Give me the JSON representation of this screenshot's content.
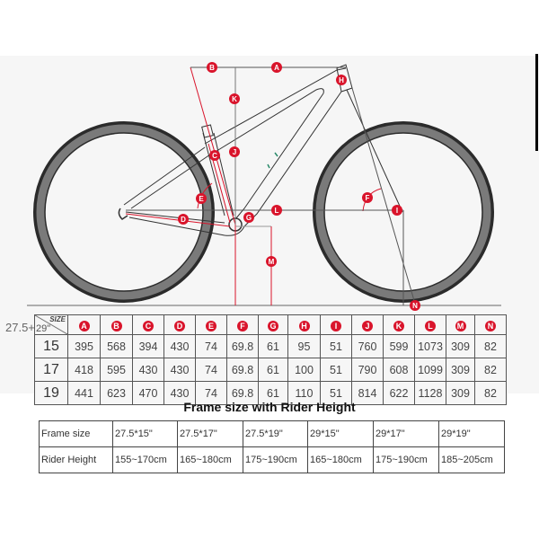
{
  "geometry_table": {
    "prefix": "27.5+",
    "corner": {
      "size_label": "SIZE",
      "wheel_label": "29\""
    },
    "columns": [
      "A",
      "B",
      "C",
      "D",
      "E",
      "F",
      "G",
      "H",
      "I",
      "J",
      "K",
      "L",
      "M",
      "N"
    ],
    "rows": [
      {
        "size": "15",
        "values": [
          "395",
          "568",
          "394",
          "430",
          "74",
          "69.8",
          "61",
          "95",
          "51",
          "760",
          "599",
          "1073",
          "309",
          "82"
        ]
      },
      {
        "size": "17",
        "values": [
          "418",
          "595",
          "430",
          "430",
          "74",
          "69.8",
          "61",
          "100",
          "51",
          "790",
          "608",
          "1099",
          "309",
          "82"
        ]
      },
      {
        "size": "19",
        "values": [
          "441",
          "623",
          "470",
          "430",
          "74",
          "69.8",
          "61",
          "110",
          "51",
          "814",
          "622",
          "1128",
          "309",
          "82"
        ]
      }
    ]
  },
  "rider_section": {
    "title": "Frame size with Rider Height",
    "rows": [
      {
        "label": "Frame size",
        "values": [
          "27.5*15\"",
          "27.5*17\"",
          "27.5*19\"",
          "29*15\"",
          "29*17\"",
          "29*19\""
        ]
      },
      {
        "label": "Rider Height",
        "values": [
          "155~170cm",
          "165~180cm",
          "175~190cm",
          "165~180cm",
          "175~190cm",
          "185~205cm"
        ]
      }
    ]
  },
  "diagram": {
    "labels": [
      "A",
      "B",
      "C",
      "D",
      "E",
      "F",
      "G",
      "H",
      "I",
      "J",
      "K",
      "L",
      "M",
      "N"
    ],
    "colors": {
      "measure_red": "#d9142b",
      "tire_dark": "#2b2b2b",
      "tire_gray": "#7a7a7a",
      "frame_line": "#333333",
      "panel_bg": "#f6f6f6"
    }
  }
}
